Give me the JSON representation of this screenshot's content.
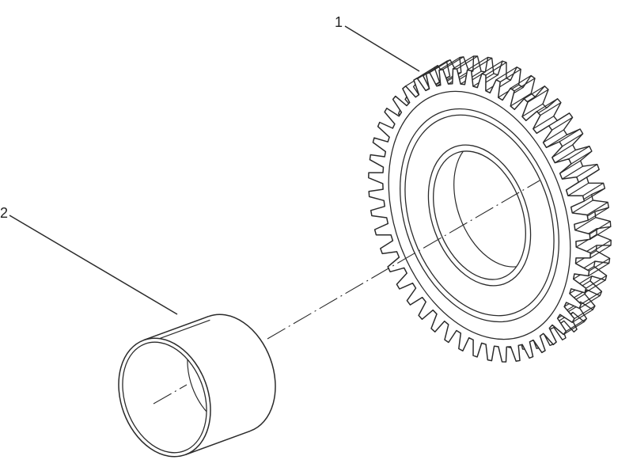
{
  "page": {
    "background": "#ffffff"
  },
  "drawing": {
    "line_color": "#2b2b2b",
    "label_color": "#222222",
    "callouts": [
      {
        "label": "1",
        "part": "gear"
      },
      {
        "label": "2",
        "part": "bushing"
      }
    ]
  }
}
